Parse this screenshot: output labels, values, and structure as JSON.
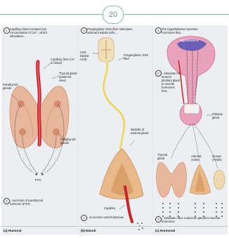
{
  "page_number": "20",
  "panels": {
    "humoral": {
      "step1": "Capillary blood contains low concentration of Ca²⁺, which stimulates...",
      "capillary_label": "Capillary (low Ca²⁺ in blood)",
      "thyroid_label": "Thyroid gland (posterior view)",
      "parathyroid_left": "Parathyroid glands",
      "parathyroid_right": "Parathyroid glands",
      "pth_label": "PTH",
      "step2": "...secretion of parathyroid hormone (PTH)",
      "caption": "(a) Humoral"
    },
    "neural": {
      "step1": "Preganglionic SNS fiber stimulates adrenal medulla cells...",
      "cns_label": "CNS (spinal cord)",
      "fiber_label": "Preganglionic SNS fiber",
      "medulla_label": "Medulla of adrenal gland",
      "capillary_label": "Capillary",
      "step2": "...to secrete catecholamines",
      "caption": "(b) Neural"
    },
    "hormonal": {
      "step1": "The hypothalamus secretes hormones that...",
      "hypothalamus_label": "Hypothalamus",
      "step2": "...stimulate the anterior pituitary gland to secrete hormones that...",
      "pituitary_label": "Pituitary gland",
      "thyroid_label": "Thyroid gland",
      "adrenal_label": "Adrenal cortex",
      "gonad_label": "Gonad (Testis)",
      "step3": "...stimulate other endocrine glands to secrete hormones",
      "caption": "(c) Hormonal"
    }
  },
  "step_numbers": [
    "1",
    "2",
    "3"
  ]
}
